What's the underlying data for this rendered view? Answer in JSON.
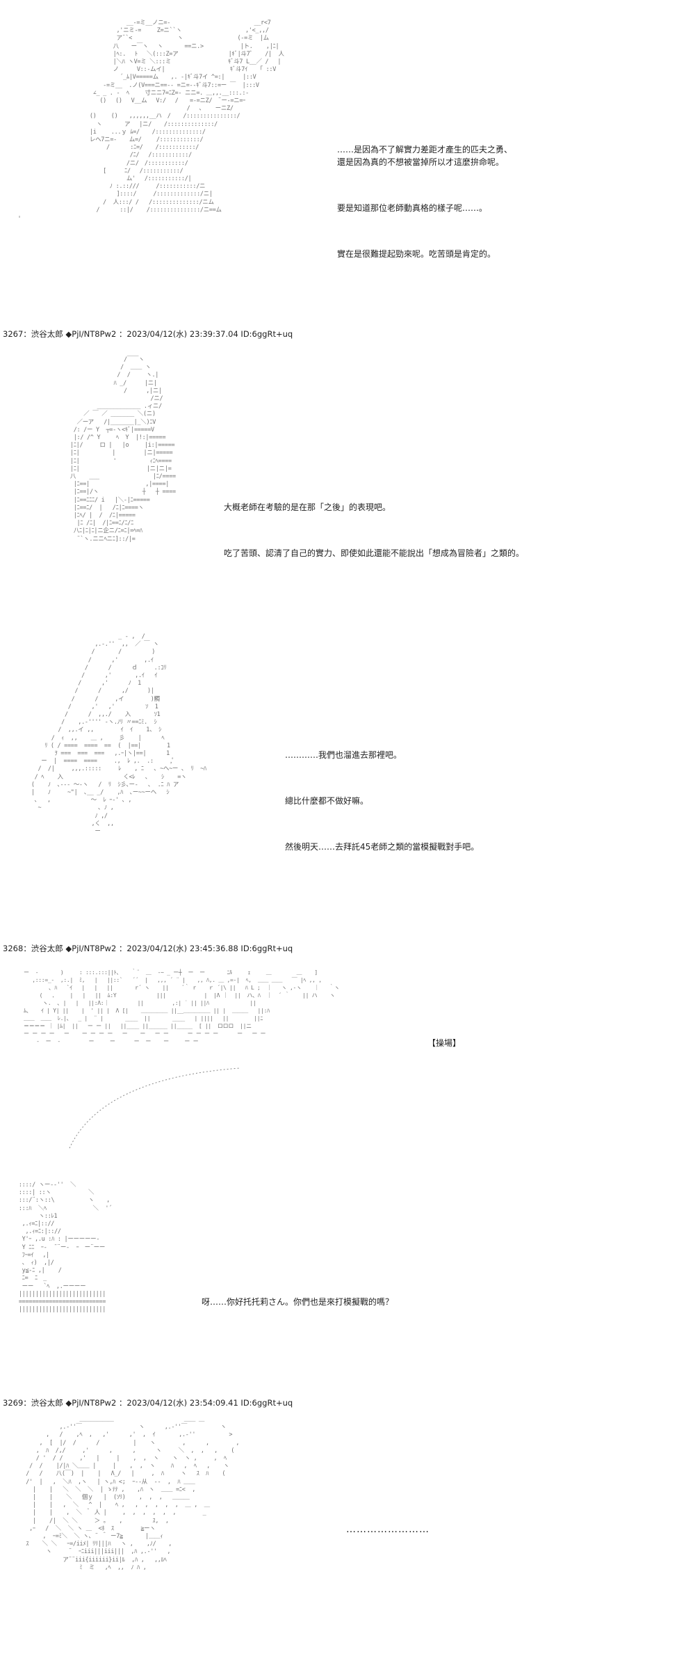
{
  "posts": [
    {
      "id": "p1",
      "dialog": [
        "……是因為不了解實力差距才產生的匹夫之勇、\n還是因為真的不想被當掉所以才這麼拚命呢。",
        "要是知道那位老師動真格的樣子呢……。",
        "實在是很難提起勁來呢。吃苦頭是肯定的。"
      ]
    },
    {
      "id": "p2",
      "header": "3267：渋谷太郎 ◆PjI/NT8Pw2 ：2023/04/12(水) 23:39:37.04 ID:6ggRt+uq",
      "dialog": [
        "大概老師在考驗的是在那「之後」的表現吧。",
        "吃了苦頭、認清了自己的實力、即使如此還能不能說出「想成為冒險者」之類的。"
      ]
    },
    {
      "id": "p3",
      "dialog": [
        "…………我們也溜進去那裡吧。",
        "總比什麼都不做好嘛。",
        "然後明天……去拜託45老師之類的當模擬戰對手吧。"
      ]
    },
    {
      "id": "p4",
      "header": "3268：渋谷太郎 ◆PjI/NT8Pw2 ：2023/04/12(水) 23:45:36.88 ID:6ggRt+uq",
      "sfx": "【操場】",
      "dialog": [
        "呀……你好托托莉さん。你們也是來打模擬戰的嗎？"
      ]
    },
    {
      "id": "p5",
      "header": "3269：渋谷太郎 ◆PjI/NT8Pw2 ：2023/04/12(水) 23:54:09.41 ID:6ggRt+uq",
      "dots": "……………………"
    }
  ],
  "ascii_art": {
    "a1": "                 __-=ミ__ノニ=-                         __r<7\n              ,'ニミ-= 　  Z=ニ``ヽ                   ,'<_,,/\n              ア¨`<　　 　 　 　  ヽ　 　 　 　 　 　 (-=ミ  |ム\n             八 　 ー￣ヽ 　ヽ 　 　 ==ニ.>           |ト.    ,|ﾆ|\n             |ﾍ:.　 ﾄ　 ＼(:::Z=ア               |ｷﾞ|斗7ﾞ　  /|  人\n             |＼ﾊ ヽV=ミ ＼:::ミ                 ｷﾞ斗7 L__／ /　 |\n             ノ　 　 V::-ムイ|　　                ｷﾞ斗7ｲ　  ｢ ::V\n               ´_ﾑ|V=====ム　  ,. -|ｷﾞ斗7イ ^=:|　 　 |::V\n          -=ミ__  .ノ(V===ニ==-‐ =ニ=-‐ｷﾞ斗7::=ー ￣  |:::V\n       ∠_ _ . -  ﾍ 　  寸ニニ7=ﾆZ=- ニニ=. ＿,,.__:::.:-\n         ()　 ()　 V__ム　 V:/　 /　　=-=ニZ/　¨ー-=ニ=ｰ\n                                   /　 ､    ーニZ/\n      ()　 　()　　,,,,,,__ハ　/  　/:::::::::::::::/\n        ヽ　     ア　 |ニ/  　/::::::::::::::/\n      |i　　 ...ｙ ﾑ=/  　/::::::::::::::/\n      レへ7ニ=- 　 ム=/　 　/::::::::::::/\n           /　 　　:ﾆ=/  　/:::::::::::/\n                  /ﾆ/　 /:::::::::::/\n                 /ニ/　/:::::::::::/\n          [　　  ﾆ/　 /:::::::::::/\n                 ム'　 /:::::::::::/|\n            ﾉ :.::///     /:::::::::::/ニ\n              ]::::/     /:::::::::::::/ニ|\n          /  人:::/ /   /::::::::::::::/ニム\n        /      ::|/    /:::::::::::::::/ニ==ム",
    "a2": "                      /￣￣ヽ\n                     /  ＿＿ ヽ\n                    /  /　   ヽ.|\n                   ﾊ _/　　  |ニ|\n                      /   　 ,|ニ|\n                              /ニ/\n              _____________ .ィニ/\n          ／ ￣ ／ _______ ＼(ニ)\n        ／ーア   /|_______|_＼)ﾆV\n       /: /ー Y  ┬=-ヽ<ｷﾞ|=====V\n       |:/ /^ Y　   ﾍ  Y  |!:|=====\n      |ﾆ|/     ロ |   |o　   |i:|=====\n      |ﾆ|　        |   　 　 |ニ|=====\n      |ﾆ|          '          ｨﾆﾍ====\n      |ﾆ|                    |ニ|ニ|=\n      八    ___                |ﾆ/====\n       |ﾆ==|      　         ,|====|\n       |ﾆ==|/ヽ             ┼   ┼ ====\n       |ﾆ==ﾆﾆﾆ/ i   |＼-|ﾆ=====\n       |ﾆ==ﾆ/  |   /ﾆ|ﾆ====ヽ\n       |ﾆﾍ/ |  /  /ﾆ|=====\n        |ﾆ /ﾆ|  /|ﾆ==ﾆ/ﾆ/ﾆ\n       八ﾆ|ﾆ|ﾆ|ニ企ニ/ﾆ=ﾆ|=ﾍ=ﾊ\n        ¨`ヽ.ニニﾍニﾆ]::/|=",
    "a3": "                           _ - ,  /\n                    ,.-.''  ,,  ／ ￣ ヽ\n                   /       /         )\n                  /      ,'    　  ,.ｲ\n                 /      /      ｄ     .:ｺﾘ\n                /      ,'       ,.ｲ   ｲ\n               /      ,'      ﾉ  1\n              /      /      ,/    　)|\n             /      /     ,イ        )髑\n            /      ,'   ,' 　 　 　 ｿ  1\n           /      /  ,,./    入       ｿ1\n          /    ,.-'''' -ヽ.ﾉﾘ 〃==ﾆﾐ.  ｼ\n         /  ,,.イ ,,        ｲ  ｲ    1、 ｼ\n       /  ｨ  ,,    ＿ ,　   彡    |      ﾍ\n     ﾘ ( / ====  ====  ==  (  |==|     　 1\n        ｦ ===  ===  ===   ,.ｰ|ヽ|==|      1\n    ー  |  ====  ====     .,  ﾚ ,.  .:     ,ﾟ\n   /  /|     ,,,.:::::     ﾚ    , ﾆ   ､ ~へ~ー ､  ﾘ  ~ﾊ\n  / ﾍ    入                  く<ﾚ   ､    ｼ    =ヽ\n (    ﾉ  ､--- ～-ヽ   /  ﾘ  ｼ彡､ー-   ､  .ﾆ ﾊ ア\n |    ﾉ     ~\"|  ､__ _/    ,ﾊ  ､ー~~ーヘ   ｼ\n  ､   ,            ～  ﾚ ｰ-' ､ ,\n   ~                 ､ ﾉ ,\n                    ﾉ ,/\n                   ,く  ,,\n                    ー",
    "a4": "  ー  -       )     : :::.:::||ﾄ、   ｀¨  ＿  -~ _ ー┼  ー  ー       ﾆﾙ     ｪ     ＿        ＿    ]\n  　 ,:::=_-  ,:.|  ﾐ,   |   ||::`   ´´  |   ,,, ´ ¨ |  　,, ﾊ,. ＿ ,=-|  ﾍ,  ＿＿ ＿＿   ￣ |ﾍ ,, ,\n          ､ ﾊ   `ｲ   |   |   ||       r´ ヽ    ||    ´｀ r    ｒ ´|\\ ||   ﾊ L ;  ｜   ヽ ,-ヽ    ｜   ｀ヽ\n       (   ．    |   |   ||  ﾑ:Y   　　 　 　 |||    　 　　  |  |Λ ｜  ||  ハ、ﾊ  ｜  ´ ｀    || ハ    ヽ\n        ヽ.  ､ |   |   ||:Λ:｜         ||         ,:| ˙ || ||ﾊ             ||\n  ﾑ、   ｲ | Y| ||    |  ' || |  Λ [|    ＿＿＿＿＿ ||__＿＿＿＿＿ || |  ＿＿＿   ||:ﾊ\n  ＿＿  ＿＿  ﾚ.|、  _ |  ¨ |       ____  ||       ____   | ||||   ||        ||ﾆ\n  ＝＝＝＝ ｜ |ﾑ|  ||   ー ー ||   ||____ ||______ ||_____  [ ||  ロロロ  ||ニ\n  ー ー ー ー   ー    ー ー ー ー   ー    ー   ー ー      ー ー ー ー      ー   ー ー\n      -  ー  -         ー     ー      ー  ー    ー     ー ー",
    "a5": " ::::/ ヽー--''  ＼\n ::::| ::ヽ   　 　 　 ＼\n :::/¨:ヽ::\\ 　 　 　  ヽ 　 ,\n :::ﾊ  ＼ﾍ  　 　 　  　 ＼  '´\n       ヽ::ﾚ1\n  ,.ｨ=ﾆ|:://\n   ,.ｨ=ﾆ:|:://\n  Y'ｰ ,.u :ﾊ : |ーーーーー-\n  Y ﾆﾆ  ｰ-  ̄ ¨ー-  ｰ　ー¨ーー\n  ﾌｰ=ｲ　 ,|\n  、 ｨ)  ,|/\n  y≦-ﾆ ,|    /\n  ﾆ=  ﾆ　_\n  ーー   `ﾍ  ,.ーーーー\n ||||||||||||||||||||||||||\n ==========================\n ||||||||||||||||||||||||||",
    "a6": "                    ＿＿＿＿＿＿                     ＿＿ ＿\n              ,.-''￣                 ヽ      ,.-''￣          ヽ\n          ,   /    ,ﾍ  ,   ,'      ,'  ,  ｲ       ,.-''          >\n        ,  [  |/  /      /          |    ヽ        ,      ,        ,\n       ,  ﾊ  /,/     ,'      ,      ,      ヽ     ＼  ,  ,   ,    (\n       / '  / /     ,'   |     |    ,  ,  ヽ    ヽ  ヽ ,     ,  ﾍ\n     /  /    |/|ﾊ ＼＿＿ |     |    ,  ,  ヽ  　 ﾊ   ,  ﾍ   ,    ヽ\n    /   /    八(￣)  |    |   Λ_/   |     ,  ﾊ     ヽ   ｽ  ﾊ    (\n    /'  |   ,  ＼ﾊ  ,ヽ   | ヽ,ﾊ <;  ｰ--从  --  ,  ﾊ ＿＿\n      |    |   ＼  ＼  ＼  | ゝﾃﾃ , 　 ,ﾊ　ヽ  ＿＿ =ﾆ<  ,\n      |    |    ＼   個ｙ   |  (ｿﾘ)    ,  ,  ,   ＿＿＿ \n      |    |   ,  ＼   ^  |    ﾍ ,   ,  ,  ,  ,  ,  ＿ ,  ＿\n      |    |    ,  ＼ ＾ 人 |  　 ,  ,  ,  ,  ,  ,        _\n      |    /|  ＼ ＼     ＞ 。   ,         ｽ,  ,\n     ,ｰ   /  ＼  ＼ ヽ ＿  <ﾎ  ｽ        ≧ーヽ\n         ,  ｰ=ﾐ＼  ＼ ヽ､ ¨ ＾ ー7≧   　  |＿＿ｨ\n    ｽ    ＼ ＼   ｰ=/iiﾒ| ﾘﾘ|||ﾊ   ヽ ,    ,ﾉ/ 　 ,\n          ヽ     ¨  ｰﾆiii|||iii|||  ,ﾊ ,.-''   ,\n               ア¨¨iii{iiiiii}ii|ﾙ  ,ﾊ ,   ,,ﾙﾍ\n                    ﾐ  ミ   ,ﾍ  ,,  ﾉ ﾊ ,"
  }
}
